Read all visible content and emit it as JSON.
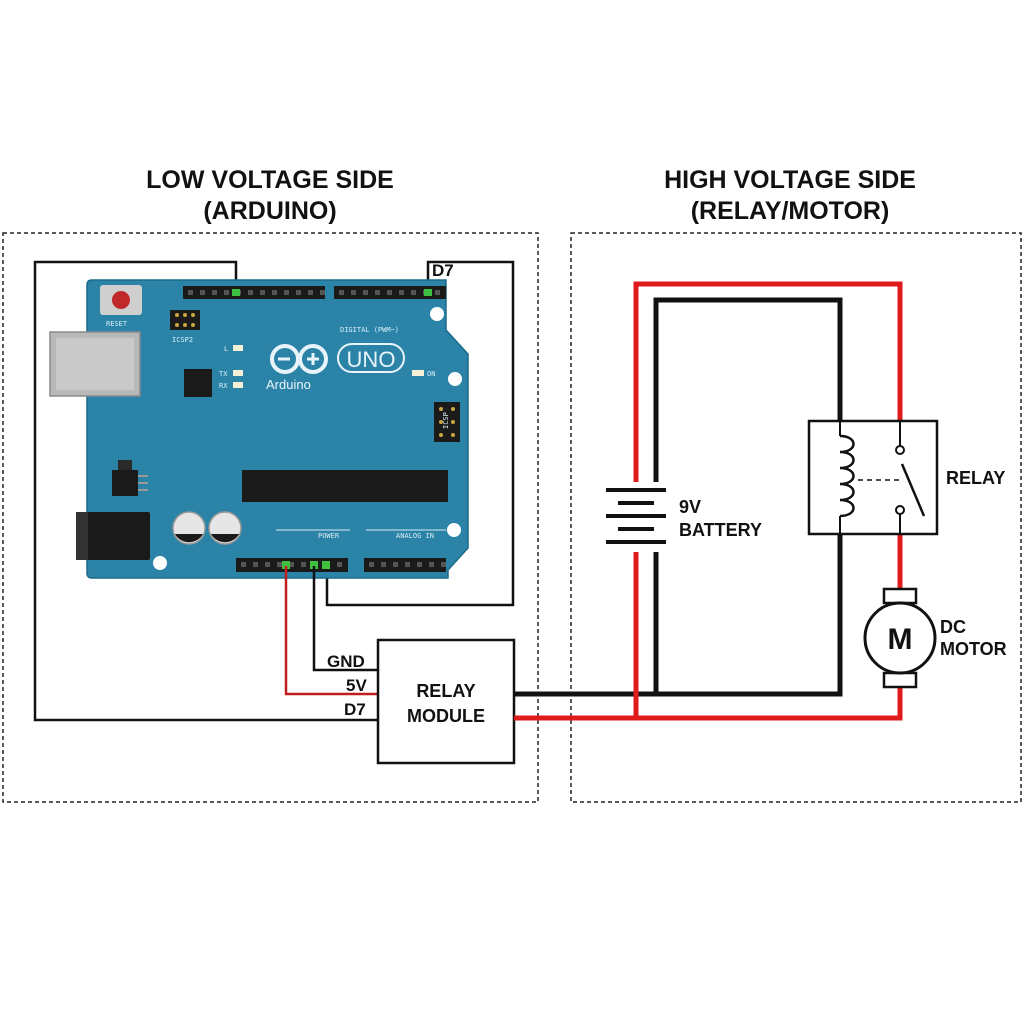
{
  "sections": {
    "low_title_line1": "LOW VOLTAGE SIDE",
    "low_title_line2": "(ARDUINO)",
    "high_title_line1": "HIGH VOLTAGE SIDE",
    "high_title_line2": "(RELAY/MOTOR)"
  },
  "arduino": {
    "reset_label": "RESET",
    "icsp_label": "ICSP2",
    "brand": "Arduino",
    "model": "UNO",
    "led_l": "L",
    "led_tx": "TX",
    "led_rx": "RX",
    "led_on": "ON",
    "icsp_right_label": "ICSP",
    "power_label": "POWER",
    "analog_label": "ANALOG IN",
    "digital_label": "DIGITAL (PWM~)"
  },
  "wires": {
    "d7_top_label": "D7",
    "gnd_label": "GND",
    "v5_label": "5V",
    "d7_label": "D7"
  },
  "relay_module": {
    "line1": "RELAY",
    "line2": "MODULE"
  },
  "battery": {
    "line1": "9V",
    "line2": "BATTERY"
  },
  "relay": {
    "label": "RELAY"
  },
  "motor": {
    "symbol": "M",
    "line1": "DC",
    "line2": "MOTOR"
  },
  "colors": {
    "board": "#2b84a8",
    "wire_red": "#e01b1b",
    "wire_black": "#111111"
  }
}
